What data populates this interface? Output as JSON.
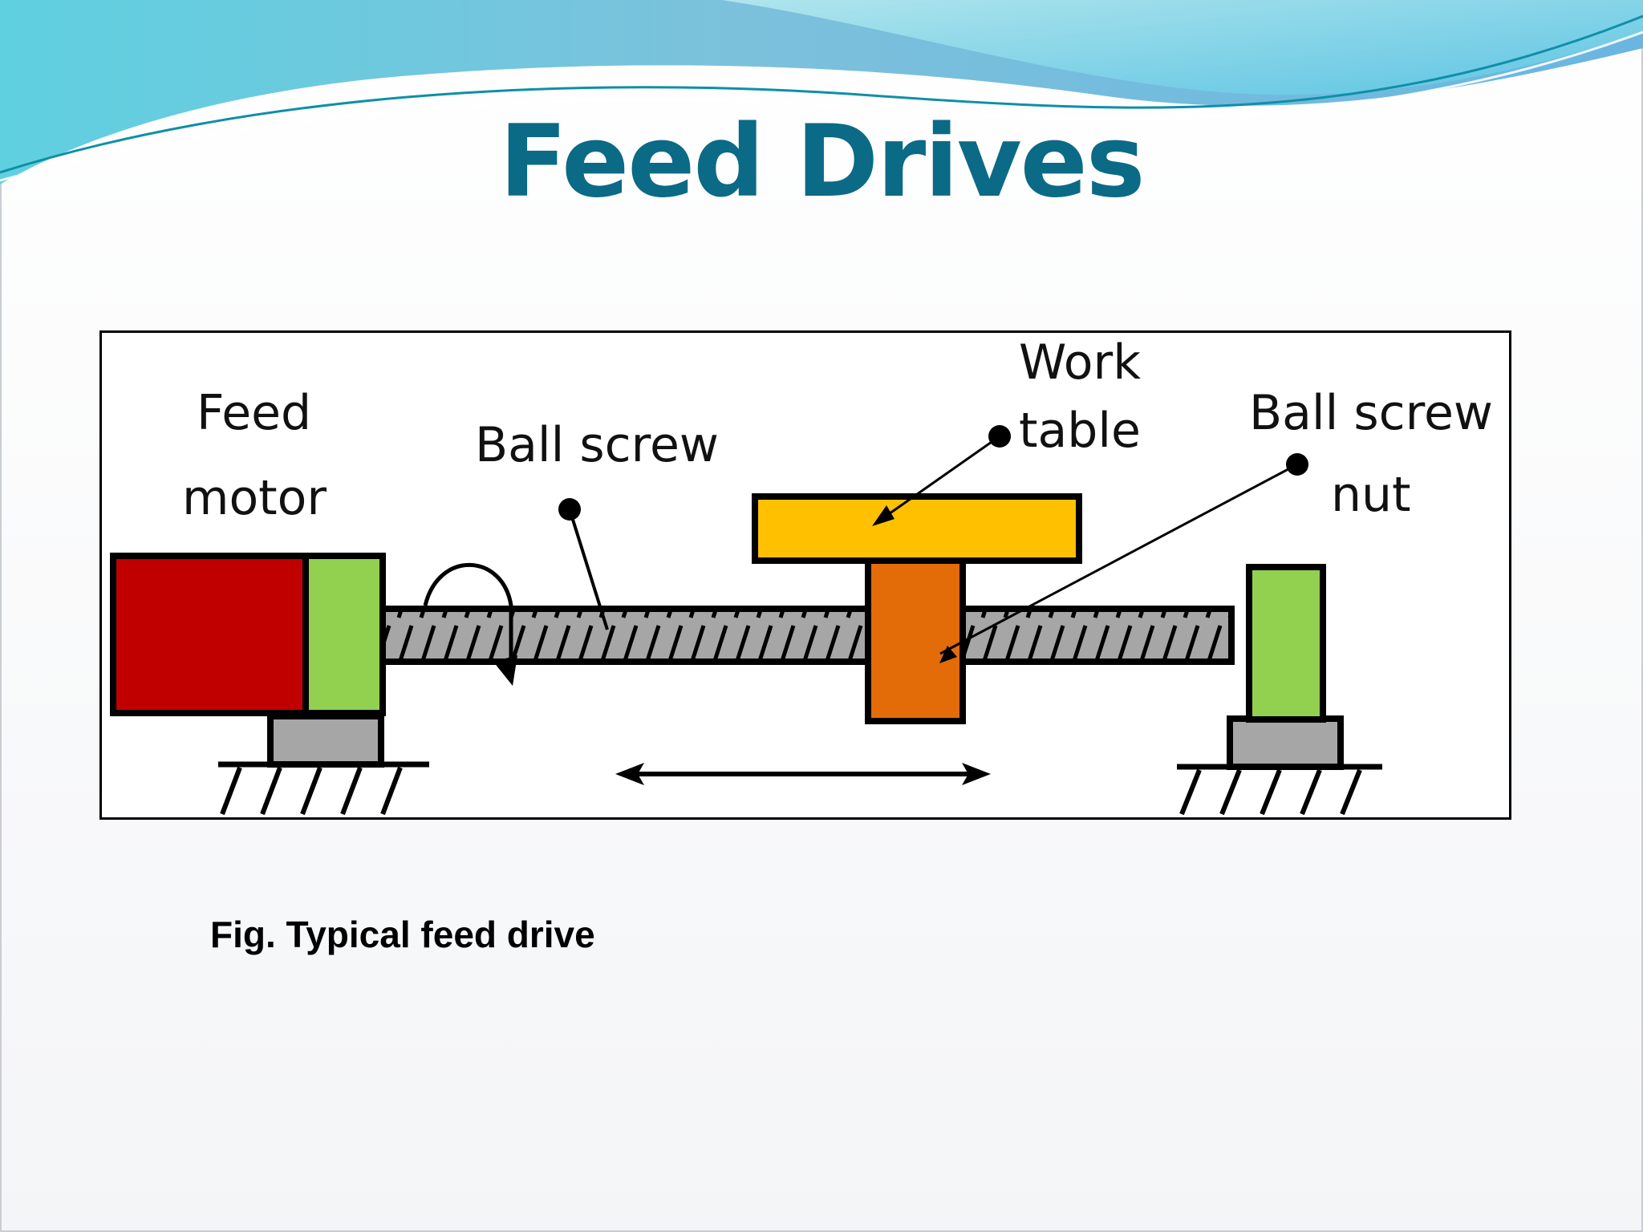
{
  "slide": {
    "title": "Feed Drives",
    "caption": "Fig. Typical feed drive"
  },
  "diagram": {
    "labels": {
      "feed_motor_line1": "Feed",
      "feed_motor_line2": "motor",
      "ball_screw": "Ball screw",
      "work_table_line1": "Work",
      "work_table_line2": "table",
      "ball_screw_nut_line1": "Ball screw",
      "ball_screw_nut_line2": "nut"
    },
    "colors": {
      "motor": "#c00000",
      "coupling": "#92d050",
      "bearing_support": "#92d050",
      "screw": "#a6a6a6",
      "mount": "#a6a6a6",
      "table": "#ffc000",
      "nut": "#e36c09",
      "title": "#0b6a85"
    }
  }
}
